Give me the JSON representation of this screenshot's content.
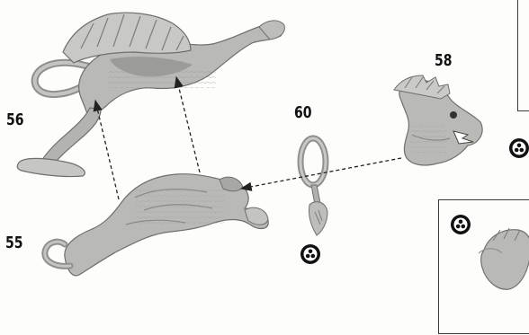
{
  "parts": {
    "p56": "56",
    "p55": "55",
    "p60": "60",
    "p58": "58"
  },
  "icons": {
    "assembly": "tri-circle-glue-icon"
  },
  "colors": {
    "model": "#b9b9b6",
    "model_shadow": "#8f8f8b",
    "ink": "#111111",
    "arrow": "#222222"
  }
}
